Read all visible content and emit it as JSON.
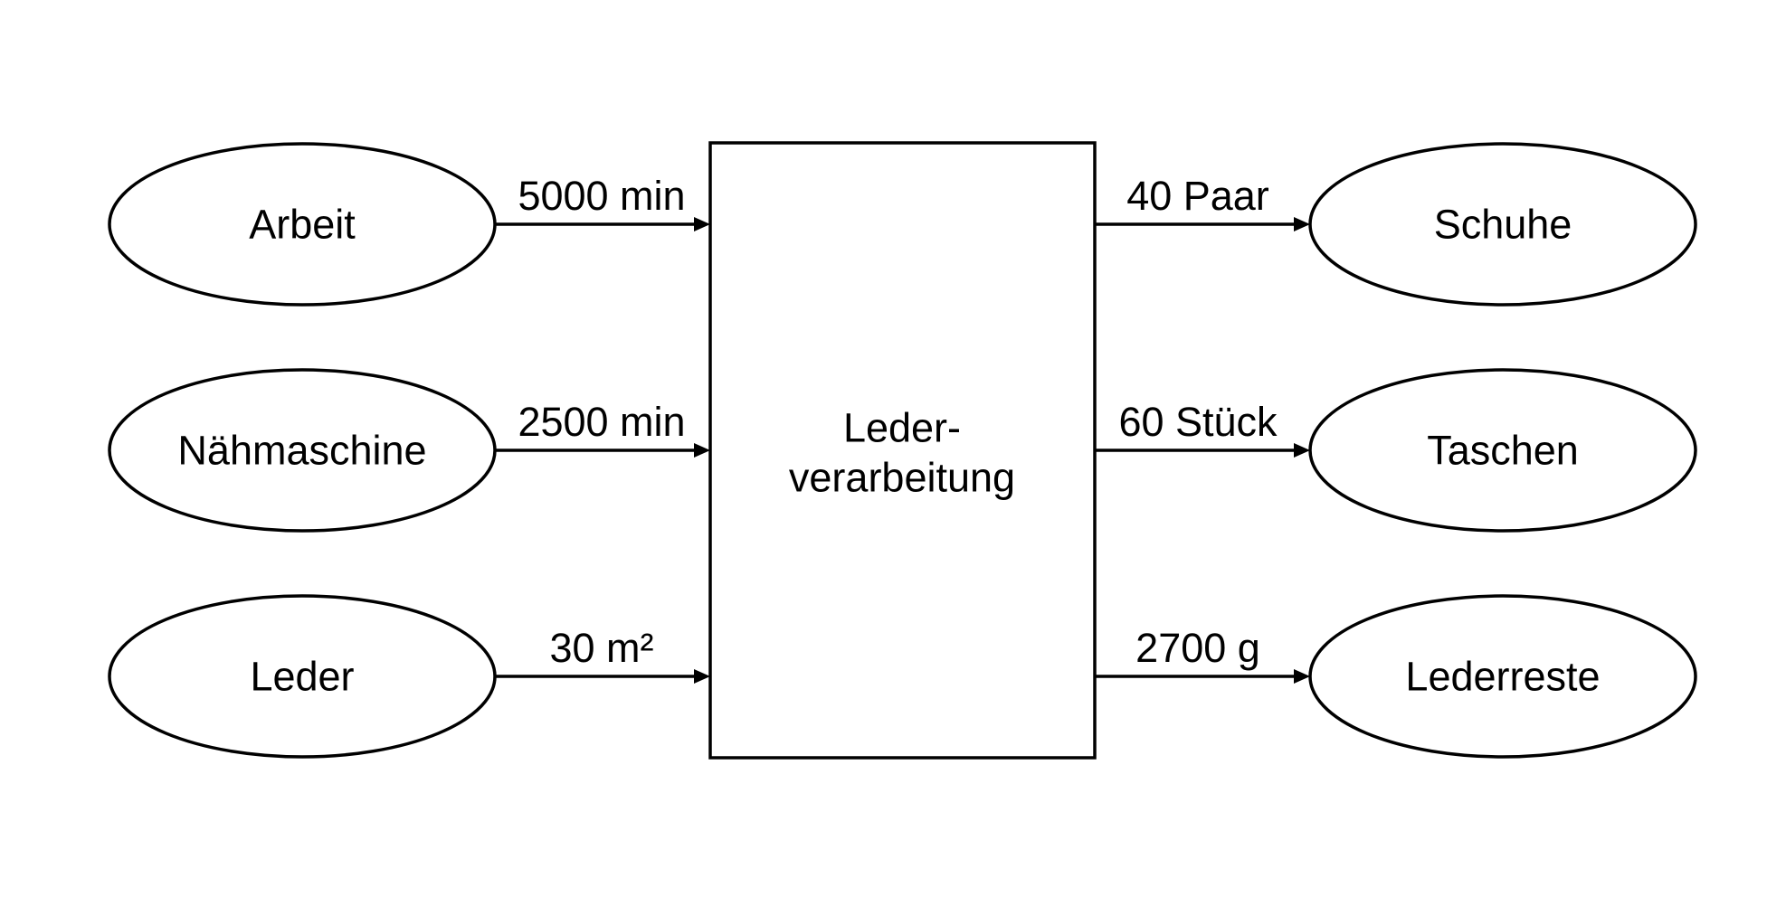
{
  "inputs": [
    {
      "label": "Arbeit",
      "flow_label": "5000 min"
    },
    {
      "label": "Nähmaschine",
      "flow_label": "2500 min"
    },
    {
      "label": "Leder",
      "flow_label": "30 m²"
    }
  ],
  "process": {
    "line1": "Leder-",
    "line2": "verarbeitung"
  },
  "outputs": [
    {
      "label": "Schuhe",
      "flow_label": "40 Paar"
    },
    {
      "label": "Taschen",
      "flow_label": "60 Stück"
    },
    {
      "label": "Lederreste",
      "flow_label": "2700 g"
    }
  ]
}
